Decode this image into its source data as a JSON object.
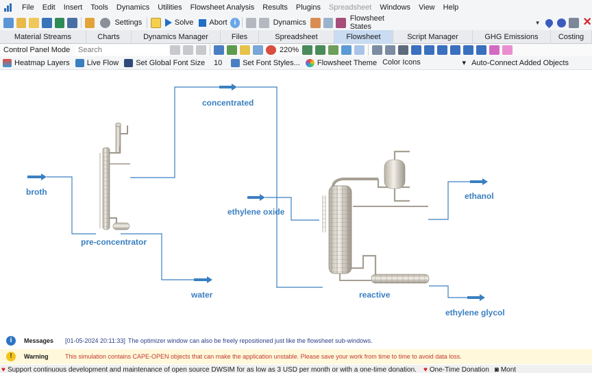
{
  "menu": [
    "File",
    "Edit",
    "Insert",
    "Tools",
    "Dynamics",
    "Utilities",
    "Flowsheet Analysis",
    "Results",
    "Plugins",
    "Spreadsheet",
    "Windows",
    "View",
    "Help"
  ],
  "menu_disabled": "Spreadsheet",
  "toolbar": {
    "settings_label": "Settings",
    "solve_label": "Solve",
    "abort_label": "Abort",
    "dynamics_label": "Dynamics",
    "states_label": "Flowsheet States"
  },
  "tabs": [
    "Material Streams",
    "Charts",
    "Dynamics Manager",
    "Files",
    "Spreadsheet",
    "Flowsheet",
    "Script Manager",
    "GHG Emissions",
    "Costing"
  ],
  "active_tab": "Flowsheet",
  "controlpanel": {
    "mode_label": "Control Panel Mode",
    "search_placeholder": "Search",
    "zoom": "220%"
  },
  "row4": {
    "heatmap": "Heatmap Layers",
    "liveflow": "Live Flow",
    "global_font": "Set Global Font Size",
    "font_size": "10",
    "font_styles": "Set Font Styles...",
    "theme": "Flowsheet Theme",
    "theme_value": "Color Icons",
    "autoconnect": "Auto-Connect Added Objects"
  },
  "flowsheet": {
    "streams": {
      "broth": "broth",
      "concentrated": "concentrated",
      "water": "water",
      "ethylene_oxide": "ethylene oxide",
      "ethanol": "ethanol",
      "ethylene_glycol": "ethylene glycol"
    },
    "units": {
      "preconcentrator": "pre-concentrator",
      "reactive": "reactive"
    }
  },
  "messages": {
    "title": "Messages",
    "timestamp": "[01-05-2024 20:11:33]",
    "text": "The optimizer window can also be freely repositioned just like the flowsheet sub-windows."
  },
  "warning": {
    "title": "Warning",
    "text": "This simulation contains CAPE-OPEN objects that can make the application unstable. Please save your work from time to time to avoid data loss."
  },
  "donation": {
    "text": "Support continuous development and maintenance of open source DWSIM for as low as 3 USD per month or with a one-time donation.",
    "one_time": "One-Time Donation",
    "monthly": "Mont"
  },
  "colors": {
    "stream": "#3a7fc0",
    "accent": "#2f6db5",
    "warning_bg": "#fff8db"
  }
}
